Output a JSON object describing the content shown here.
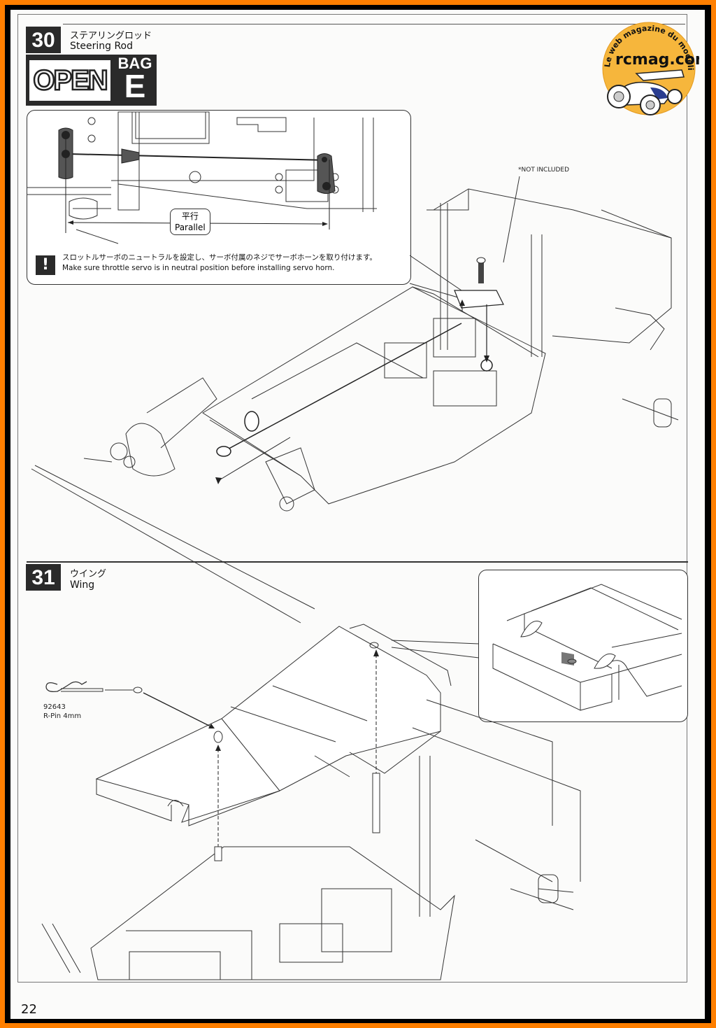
{
  "page_number": "22",
  "logo": {
    "brand": "rcmag.com",
    "tagline": "Le web magazine du modelisme",
    "colors": {
      "circle": "#f6b63c",
      "text": "#111111",
      "frame": "#ff7f00"
    }
  },
  "steps": [
    {
      "number": "30",
      "title_jp": "ステアリングロッド",
      "title_en": "Steering Rod",
      "open_bag": {
        "open_label": "OPEN",
        "bag_label": "BAG",
        "bag_letter": "E"
      },
      "detail": {
        "parallel_jp": "平行",
        "parallel_en": "Parallel",
        "note_icon": "exclamation-icon",
        "note_jp": "スロットルサーボのニュートラルを設定し、サーボ付属のネジでサーボホーンを取り付けます。",
        "note_en": "Make sure throttle servo is in neutral position before installing servo horn."
      },
      "annotation": "*NOT INCLUDED"
    },
    {
      "number": "31",
      "title_jp": "ウイング",
      "title_en": "Wing",
      "part": {
        "number": "92643",
        "name": "R-Pin 4mm"
      }
    }
  ]
}
